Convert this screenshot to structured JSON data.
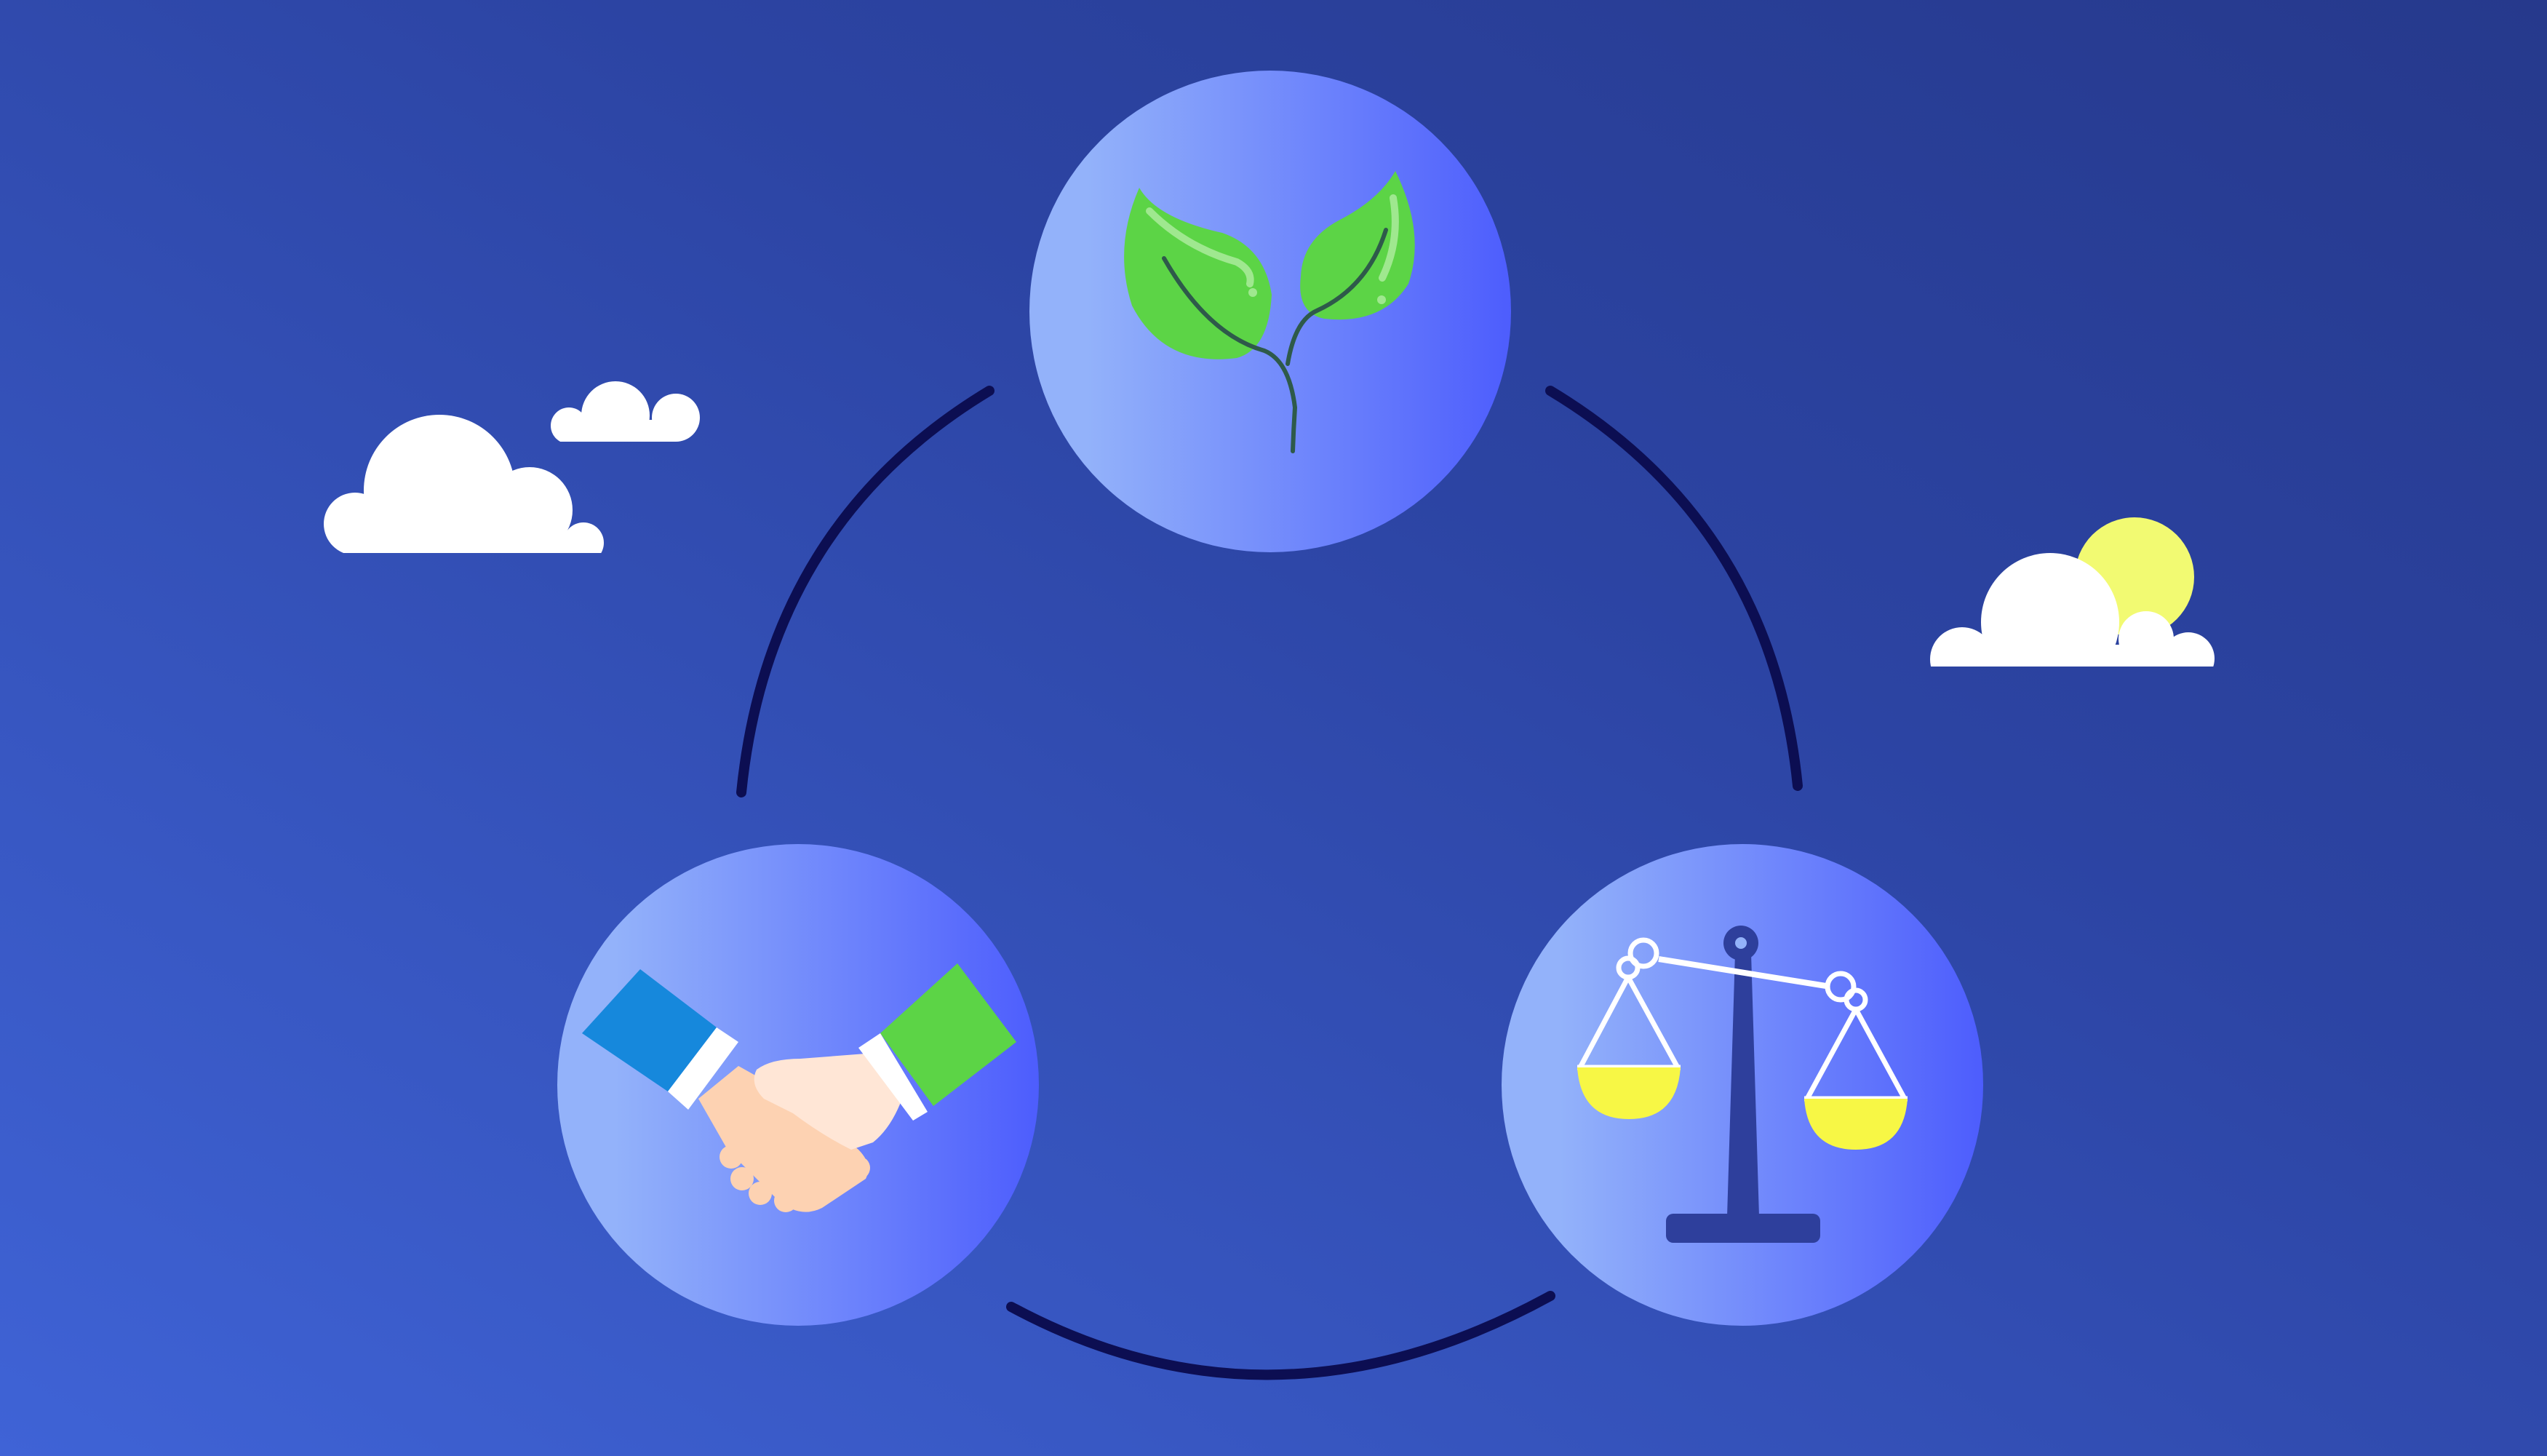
{
  "colors": {
    "background_light": "#3f63d6",
    "background_dark": "#26398c",
    "connector": "#0c0e52",
    "circle_light": "#93b2fa",
    "circle_dark": "#4d5dfd",
    "cloud": "#ffffff",
    "sun": "#f2fa72",
    "leaf": "#5cd446",
    "leaf_vein": "#2e5a4a",
    "sleeve_left": "#1688dc",
    "sleeve_right": "#5cd446",
    "cuff": "#ffffff",
    "skin_left": "#fdd2b2",
    "skin_right": "#ffe6d6",
    "scale_post": "#2e3f9c",
    "scale_strings": "#ffffff",
    "scale_pan": "#f7f745"
  },
  "diagram": {
    "nodes": [
      {
        "id": "environment",
        "icon": "sprout-icon"
      },
      {
        "id": "social",
        "icon": "handshake-icon"
      },
      {
        "id": "governance",
        "icon": "balance-scale-icon"
      }
    ],
    "cycle_connectors": 3,
    "decor": [
      "cloud-icon",
      "cloud-icon",
      "cloud-icon",
      "sun-icon"
    ]
  }
}
